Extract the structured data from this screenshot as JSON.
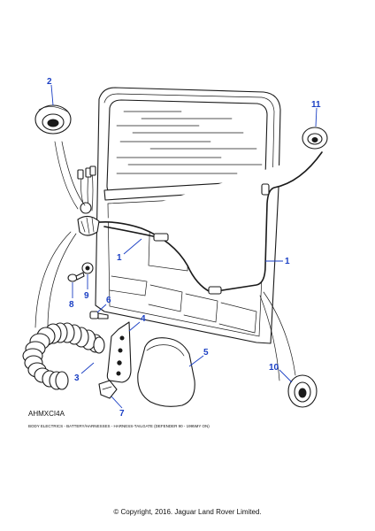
{
  "diagram": {
    "callouts": [
      {
        "id": "c2",
        "label": "2"
      },
      {
        "id": "c11",
        "label": "11"
      },
      {
        "id": "c1a",
        "label": "1"
      },
      {
        "id": "c1b",
        "label": "1"
      },
      {
        "id": "c8",
        "label": "8"
      },
      {
        "id": "c9",
        "label": "9"
      },
      {
        "id": "c6",
        "label": "6"
      },
      {
        "id": "c4",
        "label": "4"
      },
      {
        "id": "c5",
        "label": "5"
      },
      {
        "id": "c3",
        "label": "3"
      },
      {
        "id": "c7",
        "label": "7"
      },
      {
        "id": "c10",
        "label": "10"
      }
    ],
    "reference_code": "AHMXCI4A",
    "caption": "BODY ELECTRICS - BATTERY/HARNESSES - HARNESS-TAILGATE  (DEFENDER 90 - 1995MY ON)"
  },
  "footer": {
    "copyright": "© Copyright, 2016. Jaguar Land Rover Limited."
  },
  "colors": {
    "callout": "#1a3fc4",
    "line": "#1a1a1a"
  }
}
